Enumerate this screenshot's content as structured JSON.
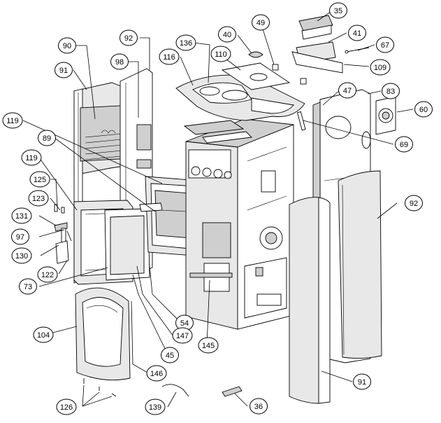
{
  "callouts": [
    {
      "id": "c35",
      "label": "35"
    },
    {
      "id": "c49",
      "label": "49"
    },
    {
      "id": "c40",
      "label": "40"
    },
    {
      "id": "c41",
      "label": "41"
    },
    {
      "id": "c67",
      "label": "67"
    },
    {
      "id": "c109",
      "label": "109"
    },
    {
      "id": "c136",
      "label": "136"
    },
    {
      "id": "c110",
      "label": "110"
    },
    {
      "id": "c116",
      "label": "116"
    },
    {
      "id": "c92a",
      "label": "92"
    },
    {
      "id": "c98",
      "label": "98"
    },
    {
      "id": "c90",
      "label": "90"
    },
    {
      "id": "c91a",
      "label": "91"
    },
    {
      "id": "c47",
      "label": "47"
    },
    {
      "id": "c83",
      "label": "83"
    },
    {
      "id": "c60",
      "label": "60"
    },
    {
      "id": "c69",
      "label": "69"
    },
    {
      "id": "c119a",
      "label": "119"
    },
    {
      "id": "c89",
      "label": "89"
    },
    {
      "id": "c119b",
      "label": "119"
    },
    {
      "id": "c125",
      "label": "125"
    },
    {
      "id": "c123",
      "label": "123"
    },
    {
      "id": "c131",
      "label": "131"
    },
    {
      "id": "c97",
      "label": "97"
    },
    {
      "id": "c130",
      "label": "130"
    },
    {
      "id": "c122",
      "label": "122"
    },
    {
      "id": "c73",
      "label": "73"
    },
    {
      "id": "c92b",
      "label": "92"
    },
    {
      "id": "c54",
      "label": "54"
    },
    {
      "id": "c147",
      "label": "147"
    },
    {
      "id": "c145",
      "label": "145"
    },
    {
      "id": "c45",
      "label": "45"
    },
    {
      "id": "c104",
      "label": "104"
    },
    {
      "id": "c146",
      "label": "146"
    },
    {
      "id": "c91b",
      "label": "91"
    },
    {
      "id": "c126",
      "label": "126"
    },
    {
      "id": "c139",
      "label": "139"
    },
    {
      "id": "c36",
      "label": "36"
    }
  ]
}
